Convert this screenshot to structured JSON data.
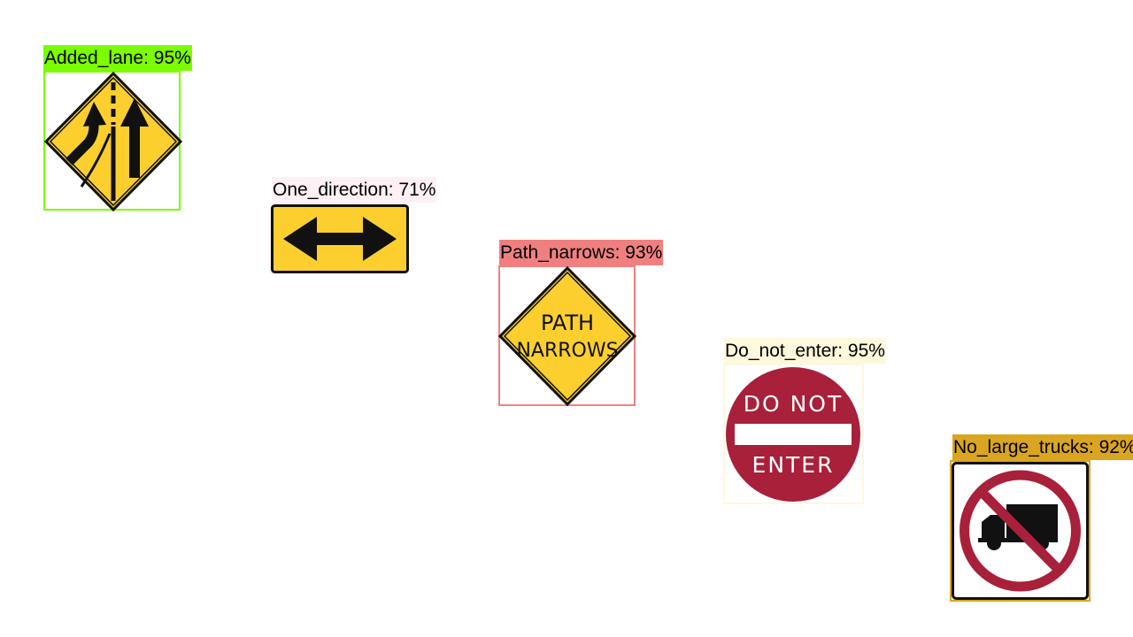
{
  "detections": [
    {
      "label": "Added_lane: 95%",
      "color": "#7cfc00",
      "label_color": "#7cfc00",
      "sign": "added-lane-sign"
    },
    {
      "label": "One_direction: 71%",
      "color": "#fff0f5",
      "label_color": "#fff0f5",
      "sign": "one-direction-sign"
    },
    {
      "label": "Path_narrows: 93%",
      "color": "#f08080",
      "label_color": "#f08080",
      "sign": "path-narrows-sign",
      "sign_text": [
        "PATH",
        "NARROWS"
      ]
    },
    {
      "label": "Do_not_enter: 95%",
      "color": "#fff8dc",
      "label_color": "#fff8dc",
      "sign": "do-not-enter-sign",
      "sign_text": [
        "DO NOT",
        "ENTER"
      ]
    },
    {
      "label": "No_large_trucks: 92%",
      "color": "#daa520",
      "label_color": "#daa520",
      "sign": "no-large-trucks-sign"
    }
  ],
  "colors": {
    "sign_yellow": "#fccf2e",
    "sign_red": "#a8203a",
    "sign_black": "#111111",
    "background": "#ffffff"
  }
}
